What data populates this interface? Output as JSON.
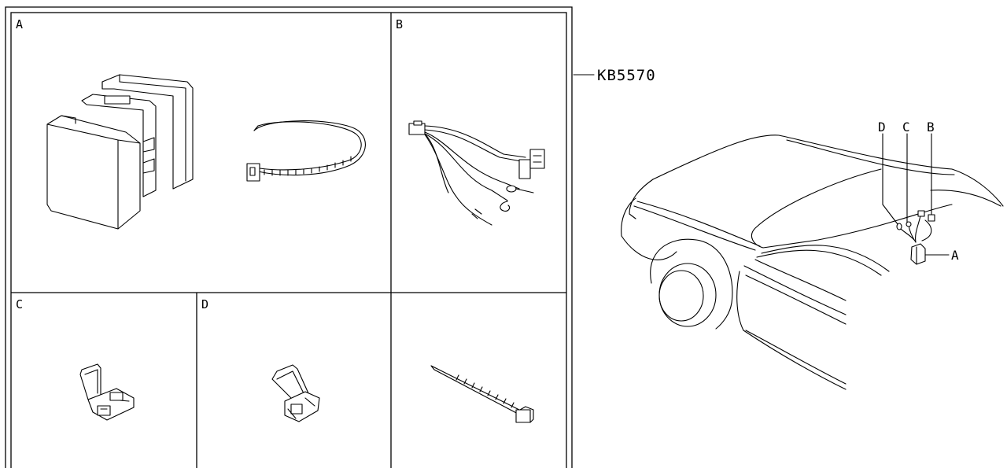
{
  "part_number": "KB5570",
  "panels": {
    "a": {
      "letter": "A"
    },
    "b": {
      "letter": "B"
    },
    "c": {
      "letter": "C"
    },
    "d": {
      "letter": "D"
    },
    "e": {
      "letter": ""
    }
  },
  "vehicle_callouts": {
    "d": "D",
    "c": "C",
    "b": "B",
    "a": "A"
  }
}
